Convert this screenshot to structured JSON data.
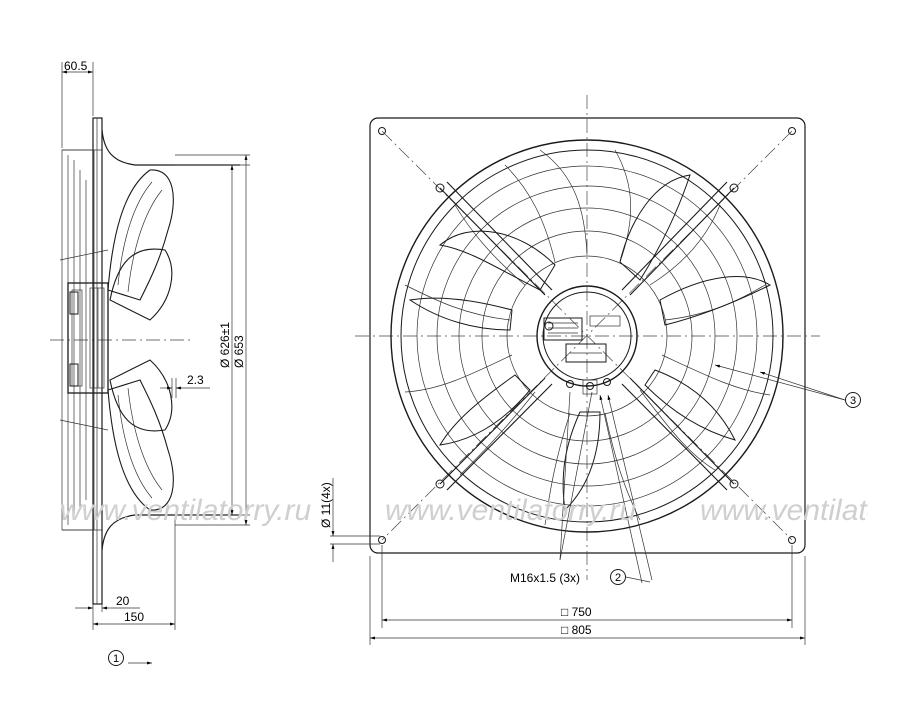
{
  "dimensions": {
    "top_depth": "60.5",
    "inner_diameter": "Ø 626±1",
    "outer_diameter": "Ø 653",
    "blade_gap": "2.3",
    "hole_diameter": "Ø 11(4x)",
    "flange_depth": "20",
    "total_depth": "150",
    "thread": "M16x1.5 (3x)",
    "hole_pitch": "□ 750",
    "plate_size": "□ 805"
  },
  "callouts": {
    "c1": "1",
    "c2": "2",
    "c3": "3"
  },
  "watermark": {
    "w1": "www.ventilatorry.ru",
    "w2": "www.ventilatorry.ru",
    "w3": "www.ventilatorry.ru"
  },
  "colors": {
    "line": "#1a1a1a",
    "watermark": "#cfcfcf"
  }
}
